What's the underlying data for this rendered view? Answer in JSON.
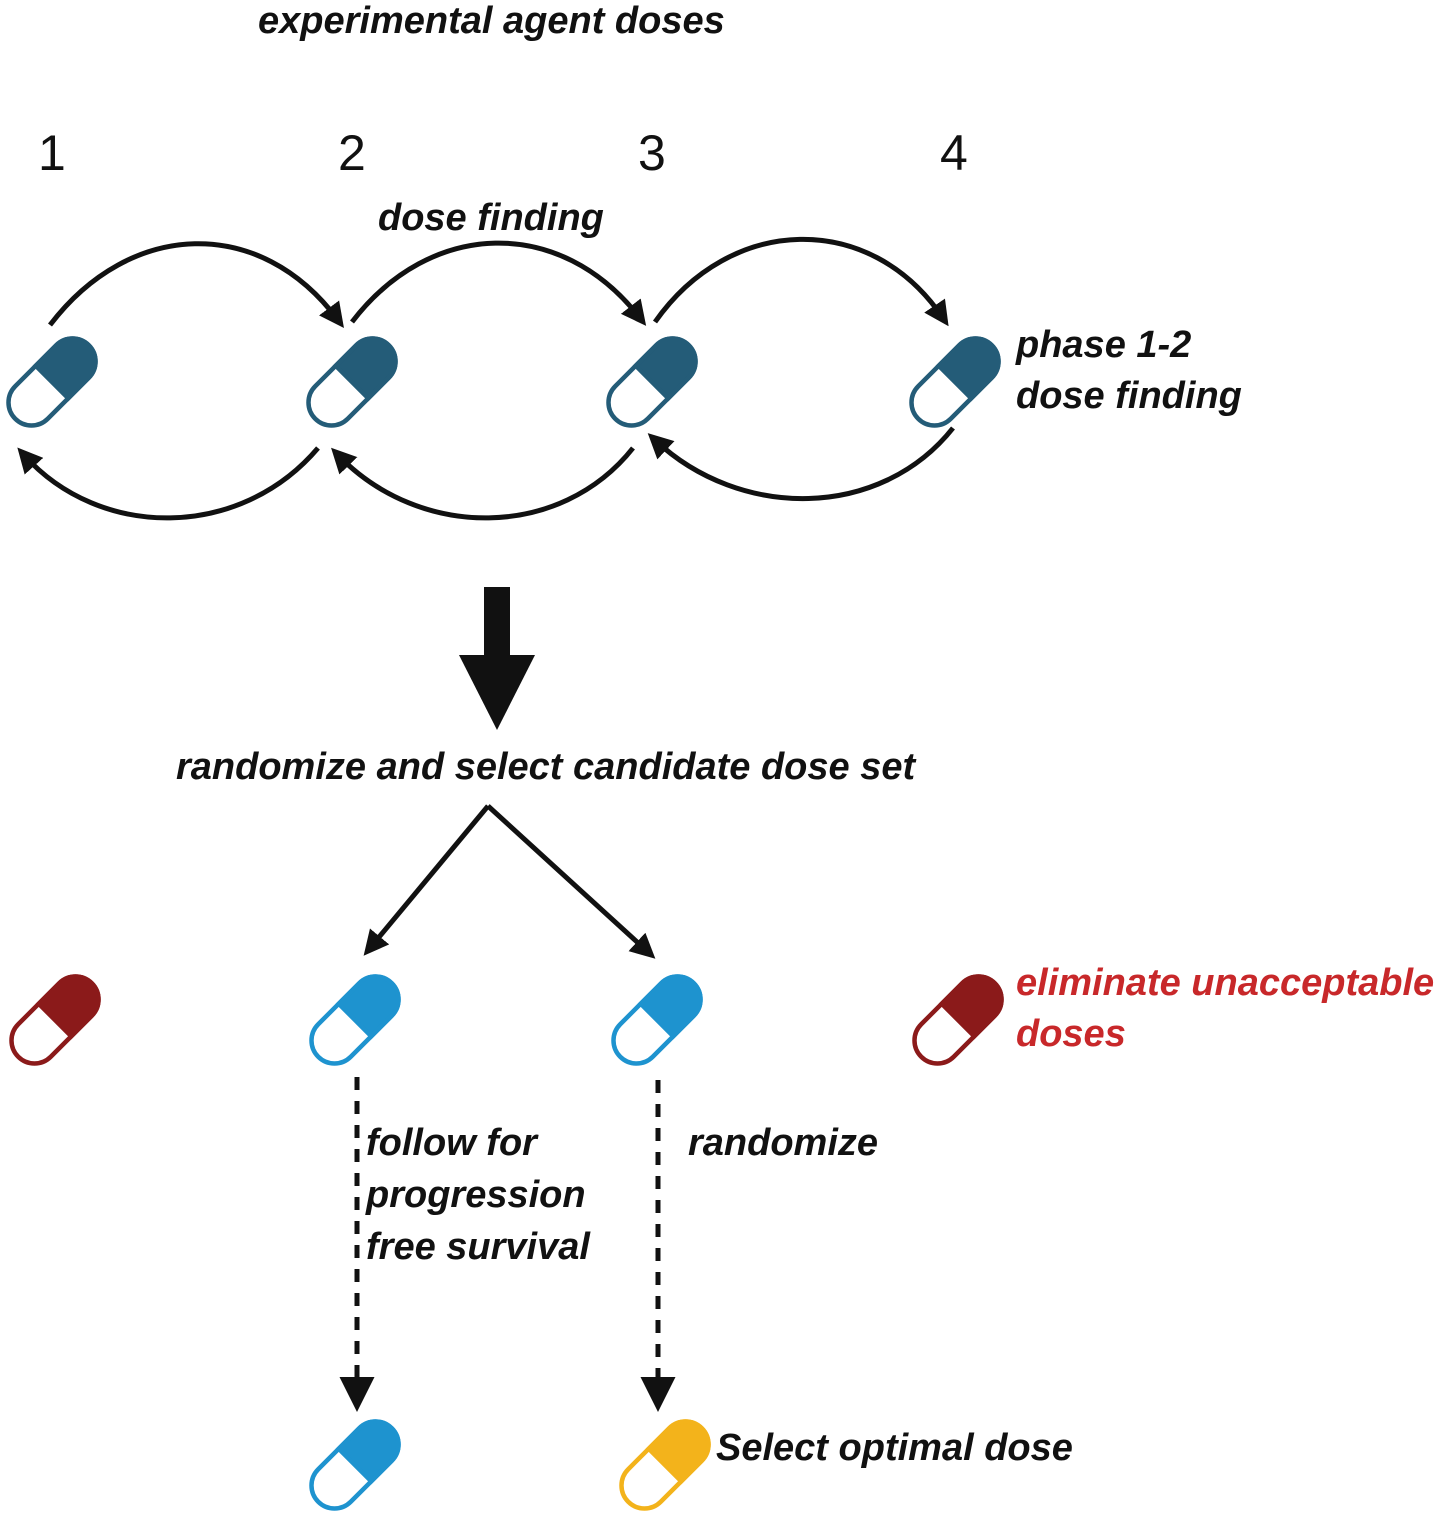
{
  "colors": {
    "dark_blue": "#245C78",
    "light_blue": "#1E93CF",
    "dark_red": "#8B1A1A",
    "red_text": "#C8282A",
    "yellow": "#F3B31B",
    "arrow": "#111111",
    "text": "#111111"
  },
  "texts": {
    "title": "experimental agent doses",
    "dose1": "1",
    "dose2": "2",
    "dose3": "3",
    "dose4": "4",
    "dose_finding": "dose finding",
    "phase_line1": "phase 1-2",
    "phase_line2": "dose finding",
    "randomize_select": "randomize and select candidate dose set",
    "eliminate_line1": "eliminate unacceptable",
    "eliminate_line2": "doses",
    "follow_line1": "follow for",
    "follow_line2": "progression",
    "follow_line3": "free survival",
    "randomize": "randomize",
    "select_optimal": "Select optimal dose"
  },
  "pills": [
    {
      "name": "pill-dose-1",
      "role": "phase 1-2 dose",
      "color": "dark_blue"
    },
    {
      "name": "pill-dose-2",
      "role": "phase 1-2 dose",
      "color": "dark_blue"
    },
    {
      "name": "pill-dose-3",
      "role": "phase 1-2 dose",
      "color": "dark_blue"
    },
    {
      "name": "pill-dose-4",
      "role": "phase 1-2 dose",
      "color": "dark_blue"
    },
    {
      "name": "pill-eliminated-dose-1",
      "role": "eliminated dose",
      "color": "dark_red"
    },
    {
      "name": "pill-candidate-dose-1",
      "role": "candidate dose",
      "color": "light_blue"
    },
    {
      "name": "pill-candidate-dose-2",
      "role": "candidate dose",
      "color": "light_blue"
    },
    {
      "name": "pill-eliminated-dose-2",
      "role": "eliminated dose",
      "color": "dark_red"
    },
    {
      "name": "pill-followed-dose",
      "role": "followed dose",
      "color": "light_blue"
    },
    {
      "name": "pill-optimal-dose",
      "role": "selected optimal dose",
      "color": "yellow"
    }
  ]
}
